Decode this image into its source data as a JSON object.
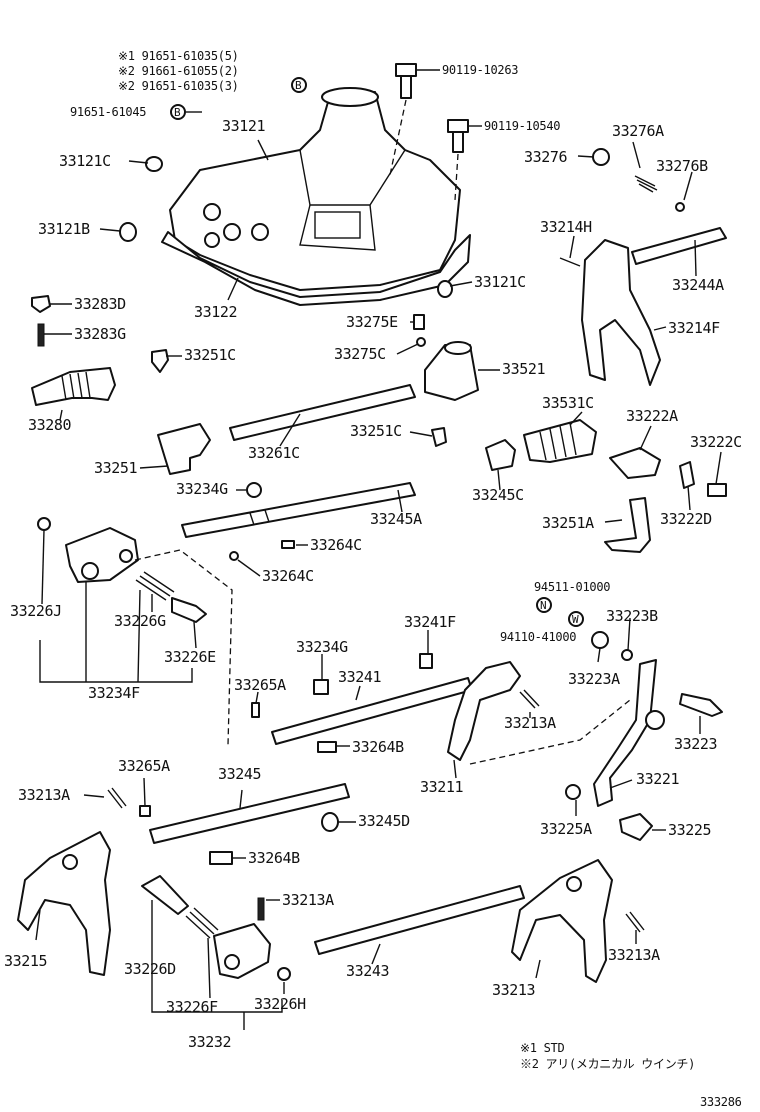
{
  "diagram": {
    "footnotes": {
      "note1": "※1 STD",
      "note2": "※2 アリ(メカニカル ウインチ)"
    },
    "figure_code": "333286",
    "labels": {
      "note_a": "※1 91651-61035(5)",
      "note_b": "※2 91661-61055(2)",
      "note_c": "※2 91651-61035(3)",
      "p91651_61045": "91651-61045",
      "p90119_10263": "90119-10263",
      "p90119_10540": "90119-10540",
      "p33121": "33121",
      "p33121C_a": "33121C",
      "p33121B": "33121B",
      "p33122": "33122",
      "p33121C_b": "33121C",
      "p33276A": "33276A",
      "p33276": "33276",
      "p33276B": "33276B",
      "p33214H": "33214H",
      "p33244A": "33244A",
      "p33214F": "33214F",
      "p33275E": "33275E",
      "p33275C": "33275C",
      "p33521": "33521",
      "p33283D": "33283D",
      "p33283G": "33283G",
      "p33251C_a": "33251C",
      "p33280": "33280",
      "p33261C": "33261C",
      "p33251C_b": "33251C",
      "p33531C": "33531C",
      "p33222A": "33222A",
      "p33222C": "33222C",
      "p33251": "33251",
      "p33234G_a": "33234G",
      "p33245C": "33245C",
      "p33222D": "33222D",
      "p33245A": "33245A",
      "p33251A": "33251A",
      "p33264C_a": "33264C",
      "p33264C_b": "33264C",
      "p33226J": "33226J",
      "p33226G": "33226G",
      "p33226E": "33226E",
      "p33234F": "33234F",
      "p94511": "94511-01000",
      "p94110": "94110-41000",
      "p33223B": "33223B",
      "p33223A": "33223A",
      "p33223": "33223",
      "p33234G_b": "33234G",
      "p33241F": "33241F",
      "p33265A_a": "33265A",
      "p33241": "33241",
      "p33213A_a": "33213A",
      "p33264B_a": "33264B",
      "p33211": "33211",
      "p33221": "33221",
      "p33265A_b": "33265A",
      "p33245": "33245",
      "p33213A_b": "33213A",
      "p33245D": "33245D",
      "p33225A": "33225A",
      "p33225": "33225",
      "p33264B_b": "33264B",
      "p33213A_c": "33213A",
      "p33215": "33215",
      "p33226D": "33226D",
      "p33243": "33243",
      "p33213": "33213",
      "p33213A_d": "33213A",
      "p33226F": "33226F",
      "p33226H": "33226H",
      "p33232": "33232"
    },
    "markers": {
      "b1": "B",
      "b2": "B",
      "n": "N",
      "w": "W"
    }
  }
}
